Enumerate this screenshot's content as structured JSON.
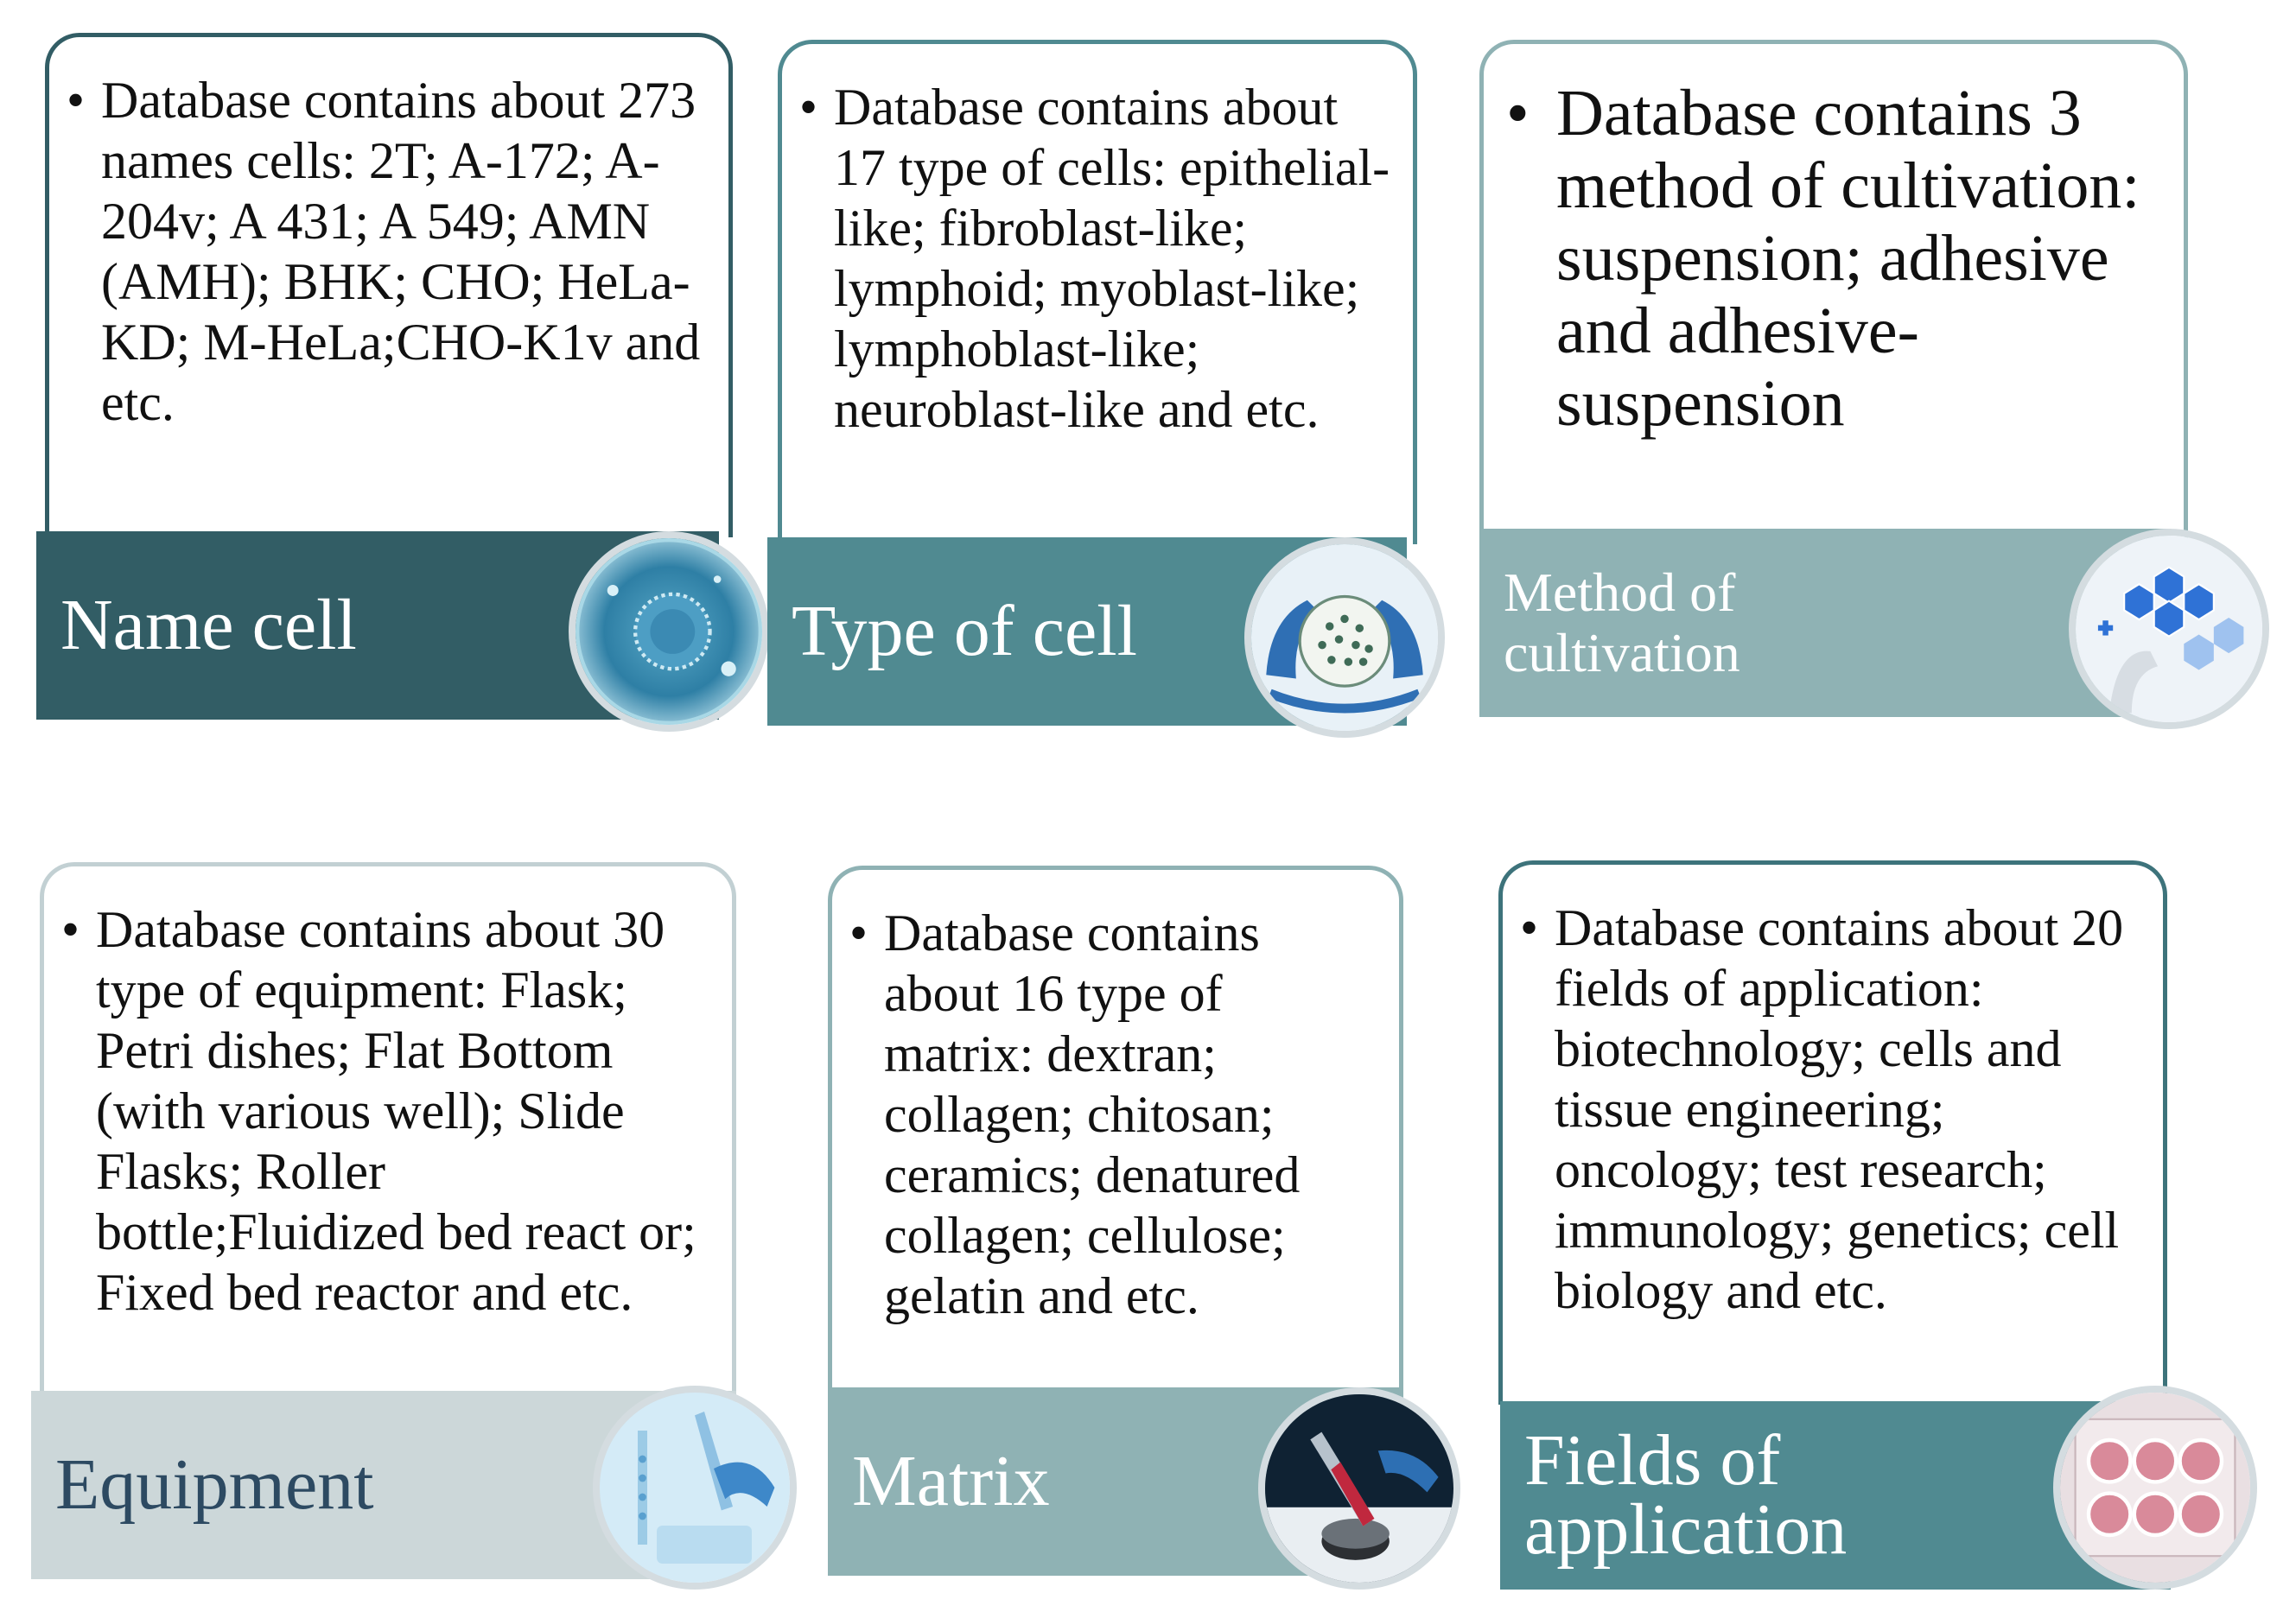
{
  "cards": [
    {
      "id": "name-cell",
      "text": "Database contains about 273 names cells: 2T; A-172; A-204v; A 431; A 549; AMN (AMH); BHK; CHO; HeLa-KD; M-HeLa;CHO-K1v and etc.",
      "label": "Name cell",
      "band_color": "#325d65",
      "border_color": "#325d65",
      "photo_icon": "cell-sphere-icon"
    },
    {
      "id": "type-of-cell",
      "text": "Database contains about 17 type of cells: epithelial-like; fibroblast-like; lymphoid; myoblast-like; lymphoblast-like; neuroblast-like and etc.",
      "label": "Type of cell",
      "band_color": "#508a91",
      "border_color": "#508a91",
      "photo_icon": "hands-holding-cells-icon"
    },
    {
      "id": "method-of-cultivation",
      "text": "Database contains 3 method of cultivation: suspension; adhesive and adhesive-suspension",
      "label": "Method of cultivation",
      "band_color": "#8fb2b4",
      "border_color": "#8fb2b4",
      "photo_icon": "hexagon-medical-icon"
    },
    {
      "id": "equipment",
      "text": "Database contains about 30 type of equipment: Flask; Petri dishes; Flat Bottom  (with various well); Slide Flasks; Roller bottle;Fluidized bed react or; Fixed bed reactor and etc.",
      "label": "Equipment",
      "band_color": "#ccd7d9",
      "border_color": "#c2d0d3",
      "photo_icon": "lab-pipette-icon"
    },
    {
      "id": "matrix",
      "text": "Database contains about 16 type of matrix: dextran; collagen; chitosan; ceramics; denatured collagen; cellulose; gelatin and etc.",
      "label": "Matrix",
      "band_color": "#8fb2b4",
      "border_color": "#8fb2b4",
      "photo_icon": "test-tube-icon"
    },
    {
      "id": "fields-of-application",
      "text": "Database contains about 20 fields of application: biotechnology; cells  and tissue engineering; oncology; test research; immunology; genetics; cell biology and etc.",
      "label": "Fields of application",
      "band_color": "#508a91",
      "border_color": "#3d737b",
      "photo_icon": "well-plate-icon"
    }
  ]
}
